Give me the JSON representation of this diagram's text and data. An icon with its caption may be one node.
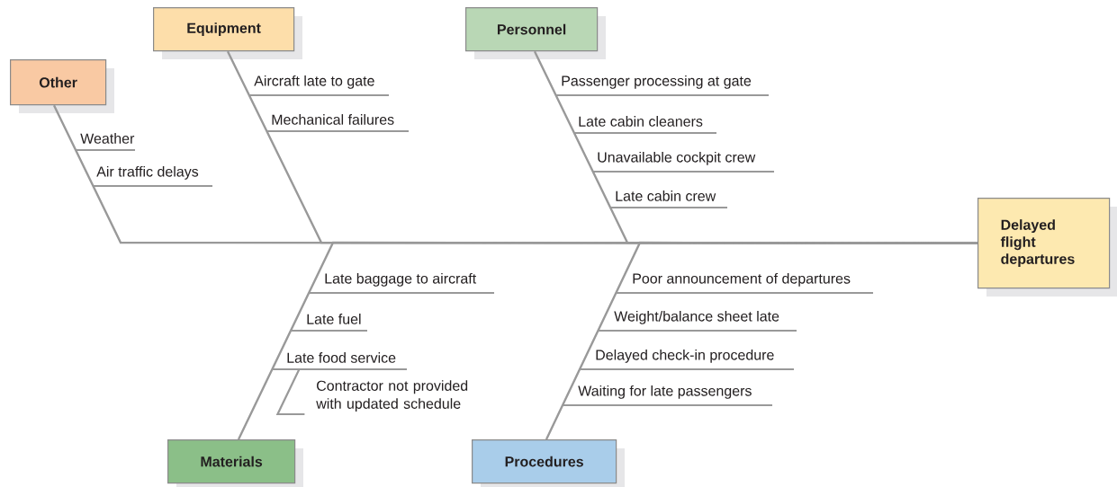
{
  "diagram": {
    "nodes": [
      {
        "text": [
          "Other"
        ]
      },
      {
        "text": [
          "Equipment"
        ]
      },
      {
        "text": [
          "Personnel"
        ]
      },
      {
        "text": [
          "Delayed flight departures"
        ]
      },
      {
        "text": [
          "Materials"
        ]
      },
      {
        "text": [
          "Procedures"
        ]
      }
    ],
    "edges": [
      {
        "from": 0,
        "to": 3,
        "arrow": "none"
      },
      {
        "from": 1,
        "to": 3,
        "arrow": "none"
      },
      {
        "from": 2,
        "to": 3,
        "arrow": "none"
      },
      {
        "from": 4,
        "to": 3,
        "arrow": "none"
      },
      {
        "from": 5,
        "to": 3,
        "arrow": "none"
      }
    ],
    "labels": [
      "Weather",
      "Air traffic delays",
      "Aircraft late to gate",
      "Mechanical failures",
      "Passenger processing at gate",
      "Late cabin cleaners",
      "Unavailable cockpit crew",
      "Late cabin crew",
      "Late baggage to aircraft",
      "Late fuel",
      "Late food service",
      "Contractor not provided with updated schedule",
      "Poor announcement of departures",
      "Weight/balance sheet late",
      "Delayed check-in procedure",
      "Waiting for late passengers"
    ]
  }
}
